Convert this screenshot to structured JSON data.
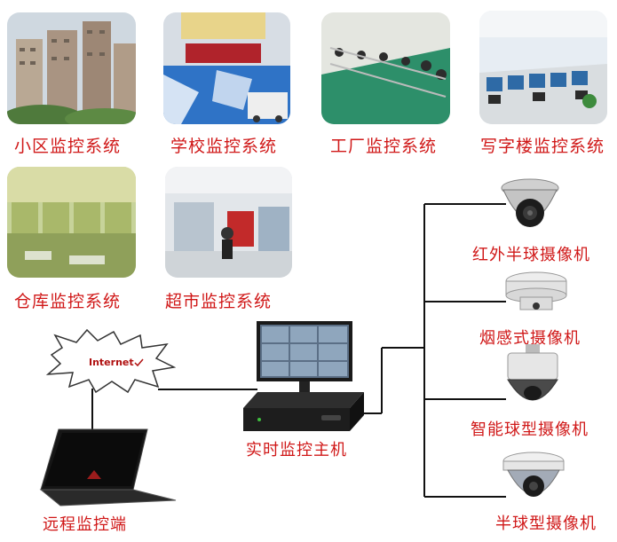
{
  "scenes": [
    {
      "label": "小区监控系统"
    },
    {
      "label": "学校监控系统"
    },
    {
      "label": "工厂监控系统"
    },
    {
      "label": "写字楼监控系统"
    },
    {
      "label": "仓库监控系统"
    },
    {
      "label": "超市监控系统"
    }
  ],
  "network": {
    "internet_label": "Internet",
    "remote_label": "远程监控端",
    "host_label": "实时监控主机"
  },
  "cameras": [
    {
      "label": "红外半球摄像机"
    },
    {
      "label": "烟感式摄像机"
    },
    {
      "label": "智能球型摄像机"
    },
    {
      "label": "半球型摄像机"
    }
  ]
}
